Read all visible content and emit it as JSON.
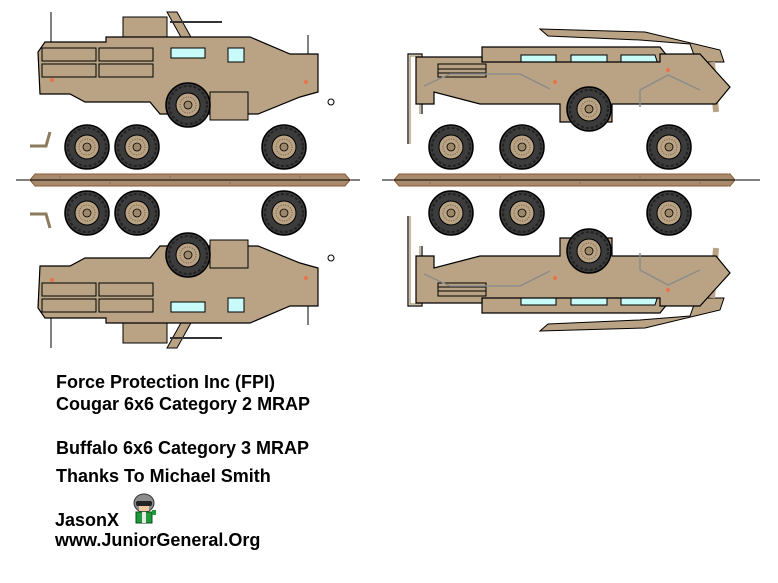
{
  "sheet": {
    "vehicles": [
      {
        "name": "Cougar 6x6",
        "category": "Category 2 MRAP",
        "views": [
          "side-upright",
          "side-mirrored"
        ]
      },
      {
        "name": "Buffalo 6x6",
        "category": "Category 3 MRAP",
        "views": [
          "side-upright",
          "side-mirrored"
        ]
      }
    ],
    "colors": {
      "body": "#B9A384",
      "body_dark": "#8C7A5E",
      "outline": "#000000",
      "glass": "#C8FAFA",
      "tire": "#3C3C3C",
      "hub": "#B9A384",
      "ground_strip": "#A88B6C",
      "ground_border": "#8A5A32",
      "light": "#E8724A",
      "pipe": "#8C8C8C"
    }
  },
  "credits": {
    "manufacturer": "Force Protection Inc (FPI)",
    "cougar": "Cougar 6x6 Category 2 MRAP",
    "buffalo": "Buffalo 6x6 Category 3 MRAP",
    "thanks": "Thanks To Michael Smith",
    "author": "JasonX",
    "website": "www.JuniorGeneral.Org"
  },
  "icons": {
    "avatar": "soldier-avatar-icon"
  }
}
